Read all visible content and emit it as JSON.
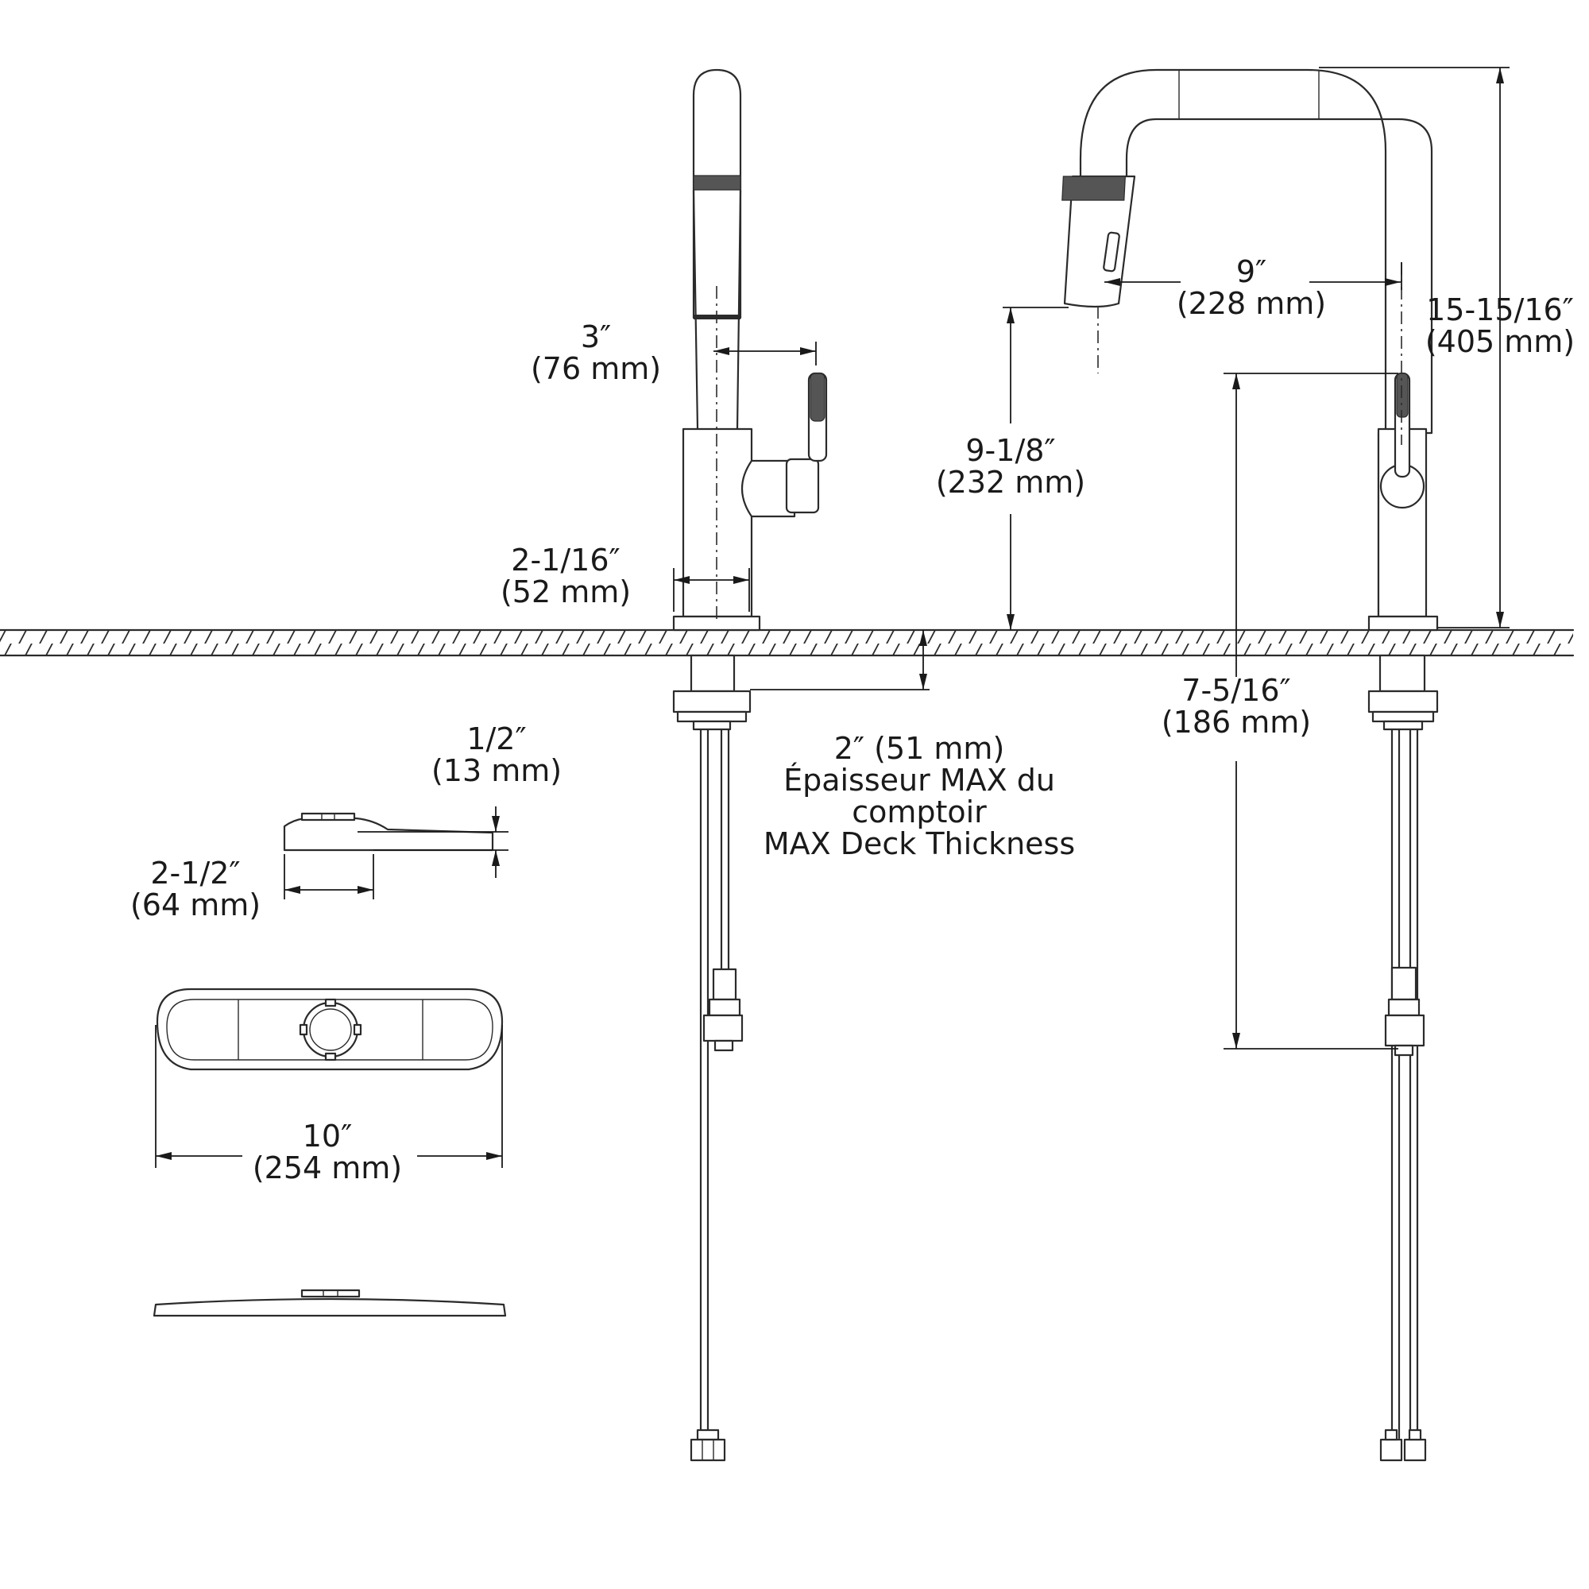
{
  "dimensions": {
    "spout_reach_side": {
      "imperial": "3″",
      "metric": "(76 mm)"
    },
    "base_diameter": {
      "imperial": "2-1/16″",
      "metric": "(52 mm)"
    },
    "spout_height": {
      "imperial": "9-1/8″",
      "metric": "(232 mm)"
    },
    "spout_reach": {
      "imperial": "9″",
      "metric": "(228 mm)"
    },
    "overall_height": {
      "imperial": "15-15/16″",
      "metric": "(405 mm)"
    },
    "handle_height": {
      "imperial": "7-5/16″",
      "metric": "(186 mm)"
    },
    "deck_thickness": {
      "value": "2″ (51 mm)",
      "line_fr_1": "Épaisseur MAX du",
      "line_fr_2": "comptoir",
      "line_en": "MAX Deck Thickness"
    },
    "plate_height": {
      "imperial": "1/2″",
      "metric": "(13 mm)"
    },
    "plate_depth": {
      "imperial": "2-1/2″",
      "metric": "(64 mm)"
    },
    "plate_width": {
      "imperial": "10″",
      "metric": "(254 mm)"
    }
  },
  "colors": {
    "line": "#2b2b2b",
    "knurl": "#555555",
    "background": "#ffffff"
  }
}
